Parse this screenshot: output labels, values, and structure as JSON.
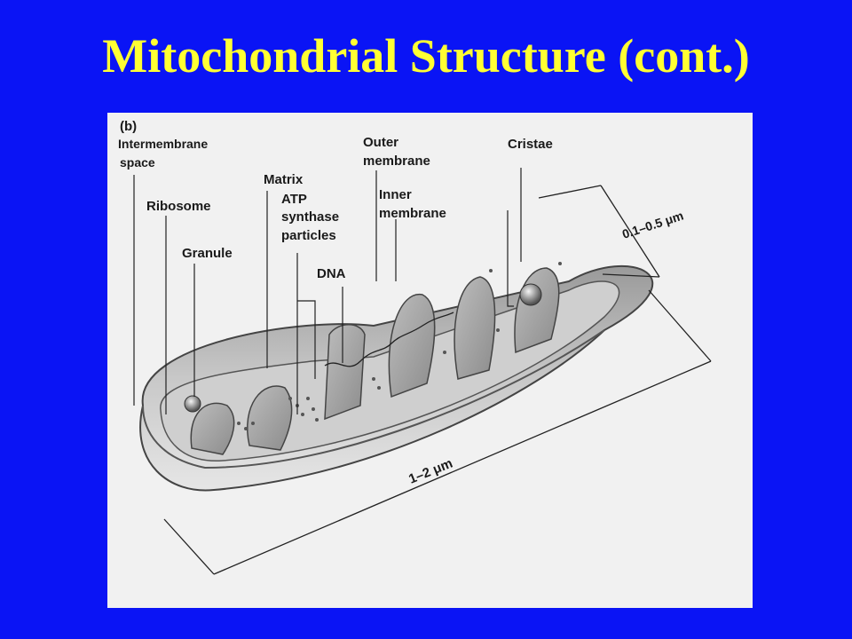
{
  "slide": {
    "title": "Mitochondrial Structure (cont.)"
  },
  "figure": {
    "panel_label": "(b)",
    "labels": {
      "intermembrane_1": "Intermembrane",
      "intermembrane_2": "space",
      "ribosome": "Ribosome",
      "granule": "Granule",
      "matrix": "Matrix",
      "atp_1": "ATP",
      "atp_2": "synthase",
      "atp_3": "particles",
      "dna": "DNA",
      "outer_1": "Outer",
      "outer_2": "membrane",
      "inner_1": "Inner",
      "inner_2": "membrane",
      "cristae": "Cristae",
      "width_dim": "0.1–0.5 μm",
      "length_dim": "1–2 μm"
    }
  },
  "colors": {
    "background": "#0a14f5",
    "title": "#ffff33",
    "figure_bg": "#f1f1f1"
  }
}
